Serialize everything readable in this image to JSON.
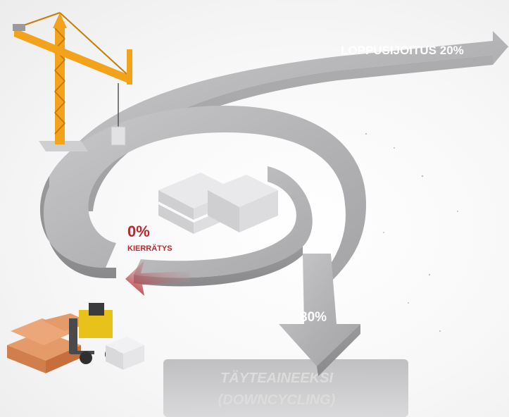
{
  "colors": {
    "spiral": "#b4b4b6",
    "spiral_edge": "#8f8f92",
    "recycling_accent": "#c0262d",
    "crane": "#f3a21b",
    "forklift": "#e8c21a",
    "bag": "#e59a6a"
  },
  "labels": {
    "disposal": "LOPPUSIJOITUS 20%",
    "recycling_value": "0%",
    "recycling_label": "KIERRÄTYS",
    "downcycling_value": "80%",
    "filler_line1": "TÄYTEAINEEKSI",
    "filler_line2": "(DOWNCYCLING)"
  },
  "icons": [
    "crane-icon",
    "concrete-slabs-icon",
    "forklift-icon",
    "cement-bags-icon",
    "blocks-icon"
  ]
}
